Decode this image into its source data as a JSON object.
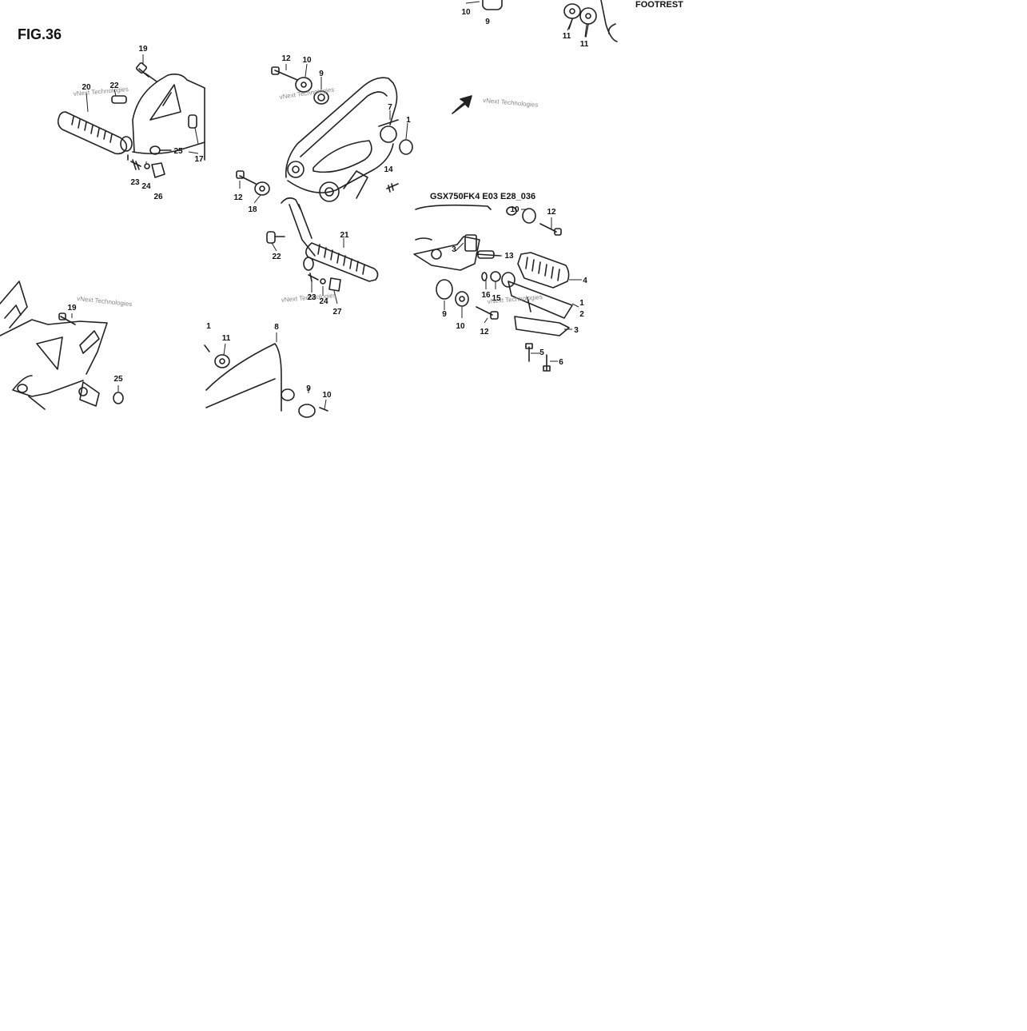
{
  "figure": {
    "title": "FIG.36",
    "section": "FOOTREST",
    "drawing_code": "GSX750FK4 E03 E28_036",
    "watermark": "vNext Technologies"
  },
  "callouts": [
    {
      "id": "c10a",
      "label": "10"
    },
    {
      "id": "c9a",
      "label": "9"
    },
    {
      "id": "c11a",
      "label": "11"
    },
    {
      "id": "c11b",
      "label": "11"
    },
    {
      "id": "c19a",
      "label": "19"
    },
    {
      "id": "c20",
      "label": "20"
    },
    {
      "id": "c22a",
      "label": "22"
    },
    {
      "id": "c25a",
      "label": "25"
    },
    {
      "id": "c17",
      "label": "17"
    },
    {
      "id": "c23a",
      "label": "23"
    },
    {
      "id": "c24a",
      "label": "24"
    },
    {
      "id": "c26",
      "label": "26"
    },
    {
      "id": "c12a",
      "label": "12"
    },
    {
      "id": "c10b",
      "label": "10"
    },
    {
      "id": "c9b",
      "label": "9"
    },
    {
      "id": "c7",
      "label": "7"
    },
    {
      "id": "c1a",
      "label": "1"
    },
    {
      "id": "c14",
      "label": "14"
    },
    {
      "id": "c12b",
      "label": "12"
    },
    {
      "id": "c18",
      "label": "18"
    },
    {
      "id": "c22b",
      "label": "22"
    },
    {
      "id": "c21",
      "label": "21"
    },
    {
      "id": "c23b",
      "label": "23"
    },
    {
      "id": "c24b",
      "label": "24"
    },
    {
      "id": "c27",
      "label": "27"
    },
    {
      "id": "c10c",
      "label": "10"
    },
    {
      "id": "c12c",
      "label": "12"
    },
    {
      "id": "c3a",
      "label": "3"
    },
    {
      "id": "c13",
      "label": "13"
    },
    {
      "id": "c4",
      "label": "4"
    },
    {
      "id": "c16",
      "label": "16"
    },
    {
      "id": "c15",
      "label": "15"
    },
    {
      "id": "c1b",
      "label": "1"
    },
    {
      "id": "c2",
      "label": "2"
    },
    {
      "id": "c9c",
      "label": "9"
    },
    {
      "id": "c10d",
      "label": "10"
    },
    {
      "id": "c12d",
      "label": "12"
    },
    {
      "id": "c3b",
      "label": "3"
    },
    {
      "id": "c5",
      "label": "5"
    },
    {
      "id": "c6",
      "label": "6"
    },
    {
      "id": "c19b",
      "label": "19"
    },
    {
      "id": "c25b",
      "label": "25"
    },
    {
      "id": "c1c",
      "label": "1"
    },
    {
      "id": "c11c",
      "label": "11"
    },
    {
      "id": "c8",
      "label": "8"
    },
    {
      "id": "c9d",
      "label": "9"
    },
    {
      "id": "c10e",
      "label": "10"
    }
  ]
}
